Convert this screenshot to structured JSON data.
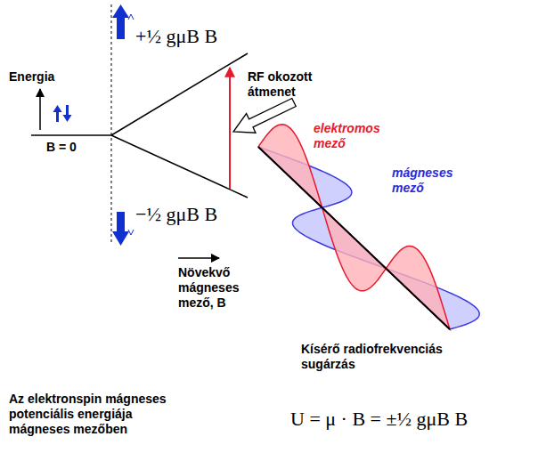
{
  "diagram": {
    "labels": [
      "Energia",
      "B = 0",
      "+½ gμB B",
      "−½ gμB B",
      "RF okozott átmenet",
      "elektromos mező",
      "mágneses mező",
      "Növekvő mágneses mező, B",
      "Kísérő radiofrekvenciás sugárzás",
      "Az elektronspin mágneses potenciális energiája mágneses mezőben",
      "U = μ · B = ±½ gμB B"
    ]
  }
}
